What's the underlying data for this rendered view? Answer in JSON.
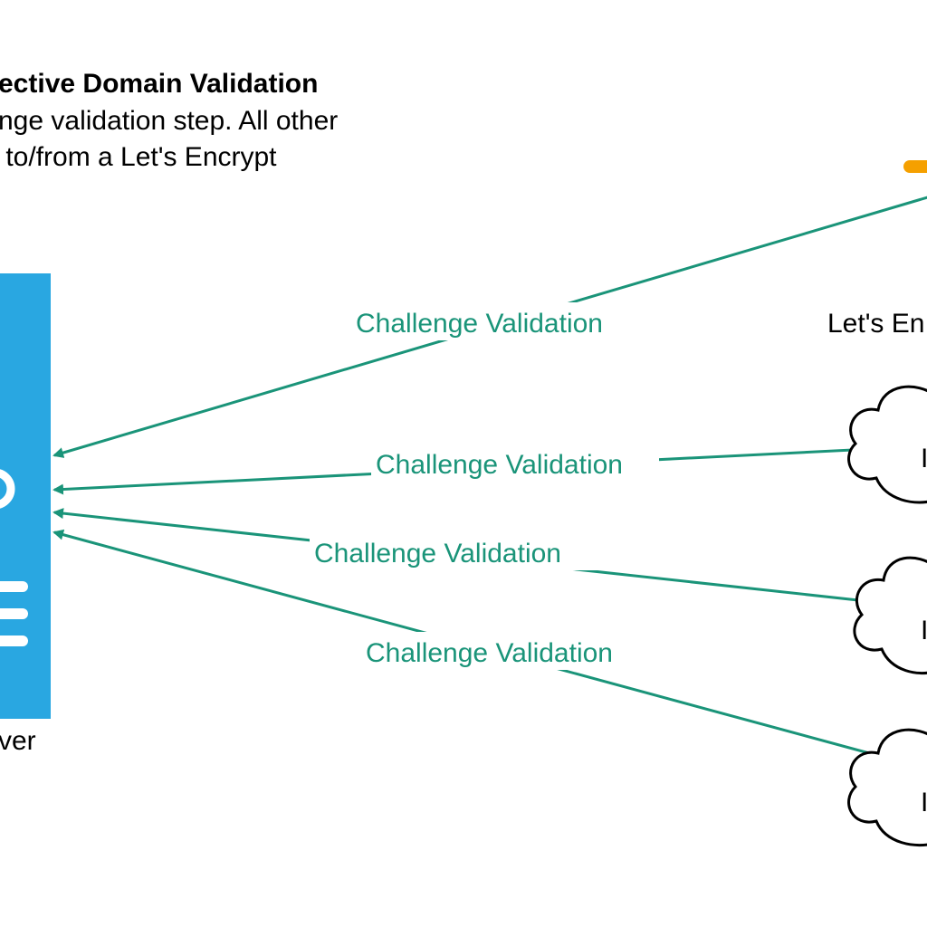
{
  "header": {
    "title": "ective Domain Validation",
    "description_lines": [
      "nge validation step. All other",
      " to/from a Let's Encrypt"
    ]
  },
  "server": {
    "label": "ver"
  },
  "ca": {
    "label": "Let's En"
  },
  "edges": [
    {
      "label": "Challenge Validation"
    },
    {
      "label": "Challenge Validation"
    },
    {
      "label": "Challenge Validation"
    },
    {
      "label": "Challenge Validation"
    }
  ],
  "remote_nodes": [
    {
      "label": "I"
    },
    {
      "label": "I"
    },
    {
      "label": "I"
    }
  ],
  "colors": {
    "edge": "#1a9479",
    "server": "#29a7e1",
    "ca_accent": "#f5a000"
  }
}
